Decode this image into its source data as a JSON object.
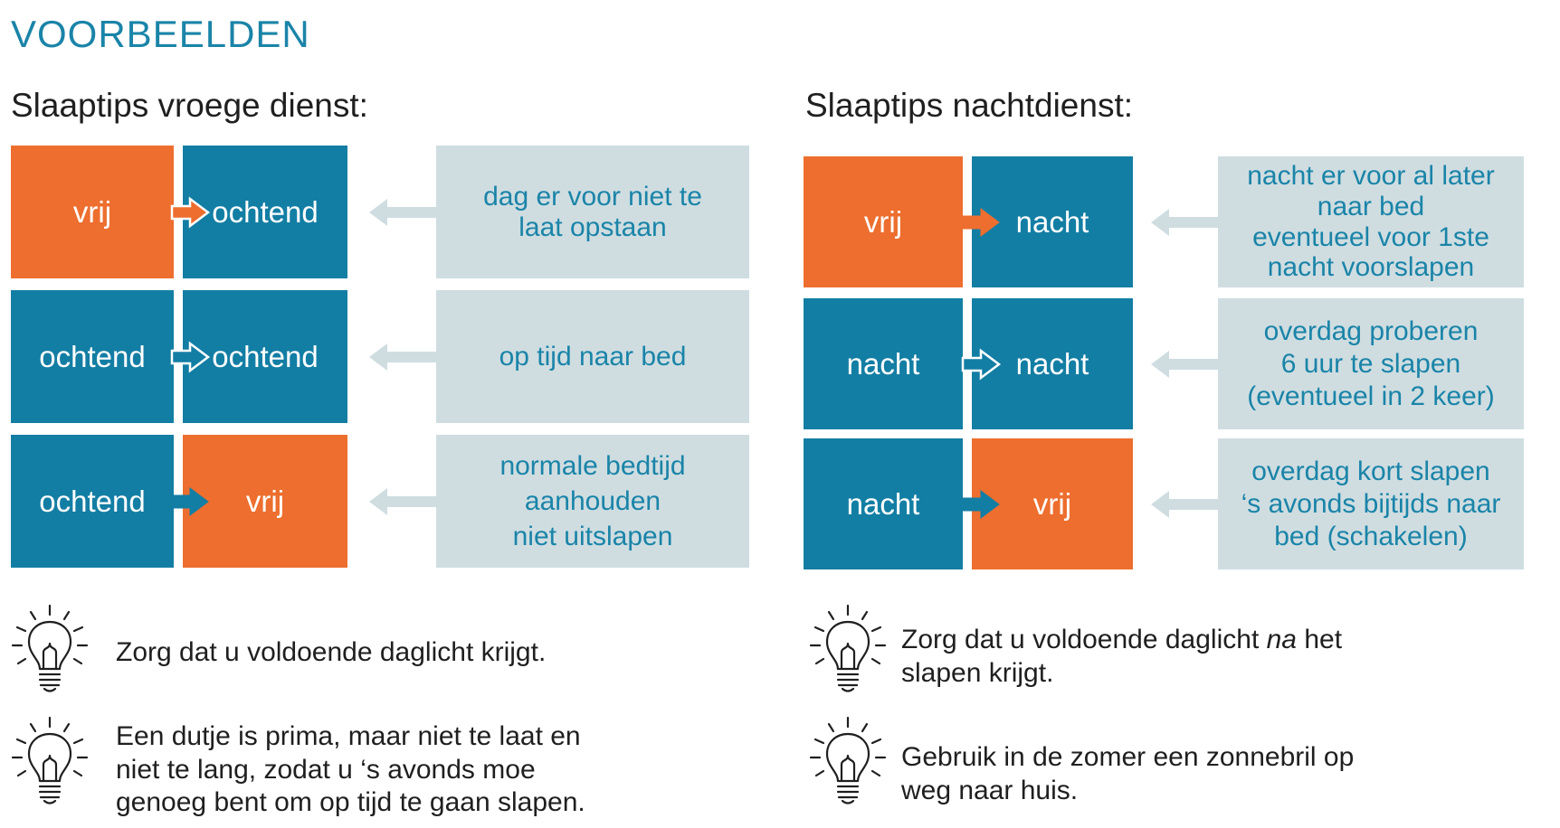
{
  "title": "VOORBEELDEN",
  "colors": {
    "orange": "#ed6e2e",
    "blue": "#137ea4",
    "tip_bg": "#cfdde1",
    "tip_text": "#1a84a8",
    "title": "#1a84a8",
    "arrow": "#cfdde1"
  },
  "left": {
    "heading": "Slaaptips vroege dienst:",
    "rows": [
      {
        "from": "vrij",
        "to": "ochtend",
        "tip": [
          "dag er voor niet te",
          "laat opstaan"
        ]
      },
      {
        "from": "ochtend",
        "to": "ochtend",
        "tip": [
          "op tijd naar bed"
        ]
      },
      {
        "from": "ochtend",
        "to": "vrij",
        "tip": [
          "normale bedtijd",
          "aanhouden",
          "niet uitslapen"
        ]
      }
    ],
    "bulb_tips": [
      {
        "lines": [
          "Zorg dat u voldoende daglicht krijgt."
        ]
      },
      {
        "lines": [
          "Een dutje is prima, maar niet te laat en",
          "niet te lang, zodat u ‘s avonds moe",
          "genoeg bent om op tijd te gaan slapen."
        ]
      }
    ]
  },
  "right": {
    "heading": "Slaaptips nachtdienst:",
    "rows": [
      {
        "from": "vrij",
        "to": "nacht",
        "tip": [
          "nacht er voor al later",
          "naar bed",
          "eventueel voor 1ste",
          "nacht voorslapen"
        ]
      },
      {
        "from": "nacht",
        "to": "nacht",
        "tip": [
          "overdag proberen",
          "6 uur te slapen",
          "(eventueel in 2 keer)"
        ]
      },
      {
        "from": "nacht",
        "to": "vrij",
        "tip": [
          "overdag kort slapen",
          "‘s avonds bijtijds naar",
          "bed (schakelen)"
        ]
      }
    ],
    "bulb_tips": [
      {
        "line1_before": "Zorg dat u voldoende daglicht ",
        "line1_em": "na",
        "line1_after": " het",
        "line2": "slapen krijgt."
      },
      {
        "lines": [
          "Gebruik in de zomer een zonnebril op",
          "weg naar huis."
        ]
      }
    ]
  }
}
